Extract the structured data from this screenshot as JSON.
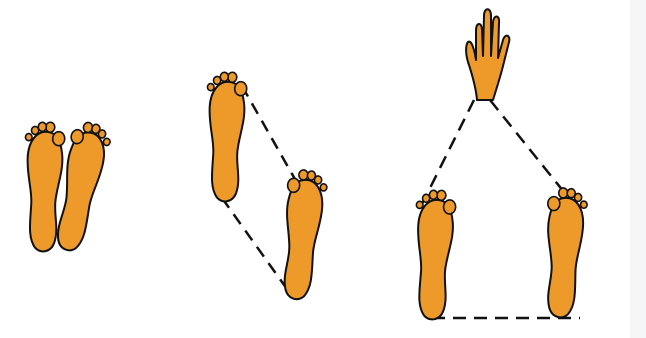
{
  "colors": {
    "footprint_fill": "#ee9a2a",
    "outline": "#111111",
    "dashed_line": "#111111",
    "background": "#ffffff",
    "edge_strip": "#f4f6f8"
  },
  "figures": [
    {
      "id": "parallel-stance",
      "elements": [
        "left-footprint",
        "right-footprint"
      ]
    },
    {
      "id": "staggered-stance",
      "elements": [
        "front-footprint",
        "rear-footprint",
        "connecting-dashed-lines"
      ]
    },
    {
      "id": "tripod-stance",
      "elements": [
        "hand-print",
        "left-footprint",
        "right-footprint",
        "triangle-dashed-lines"
      ]
    }
  ]
}
